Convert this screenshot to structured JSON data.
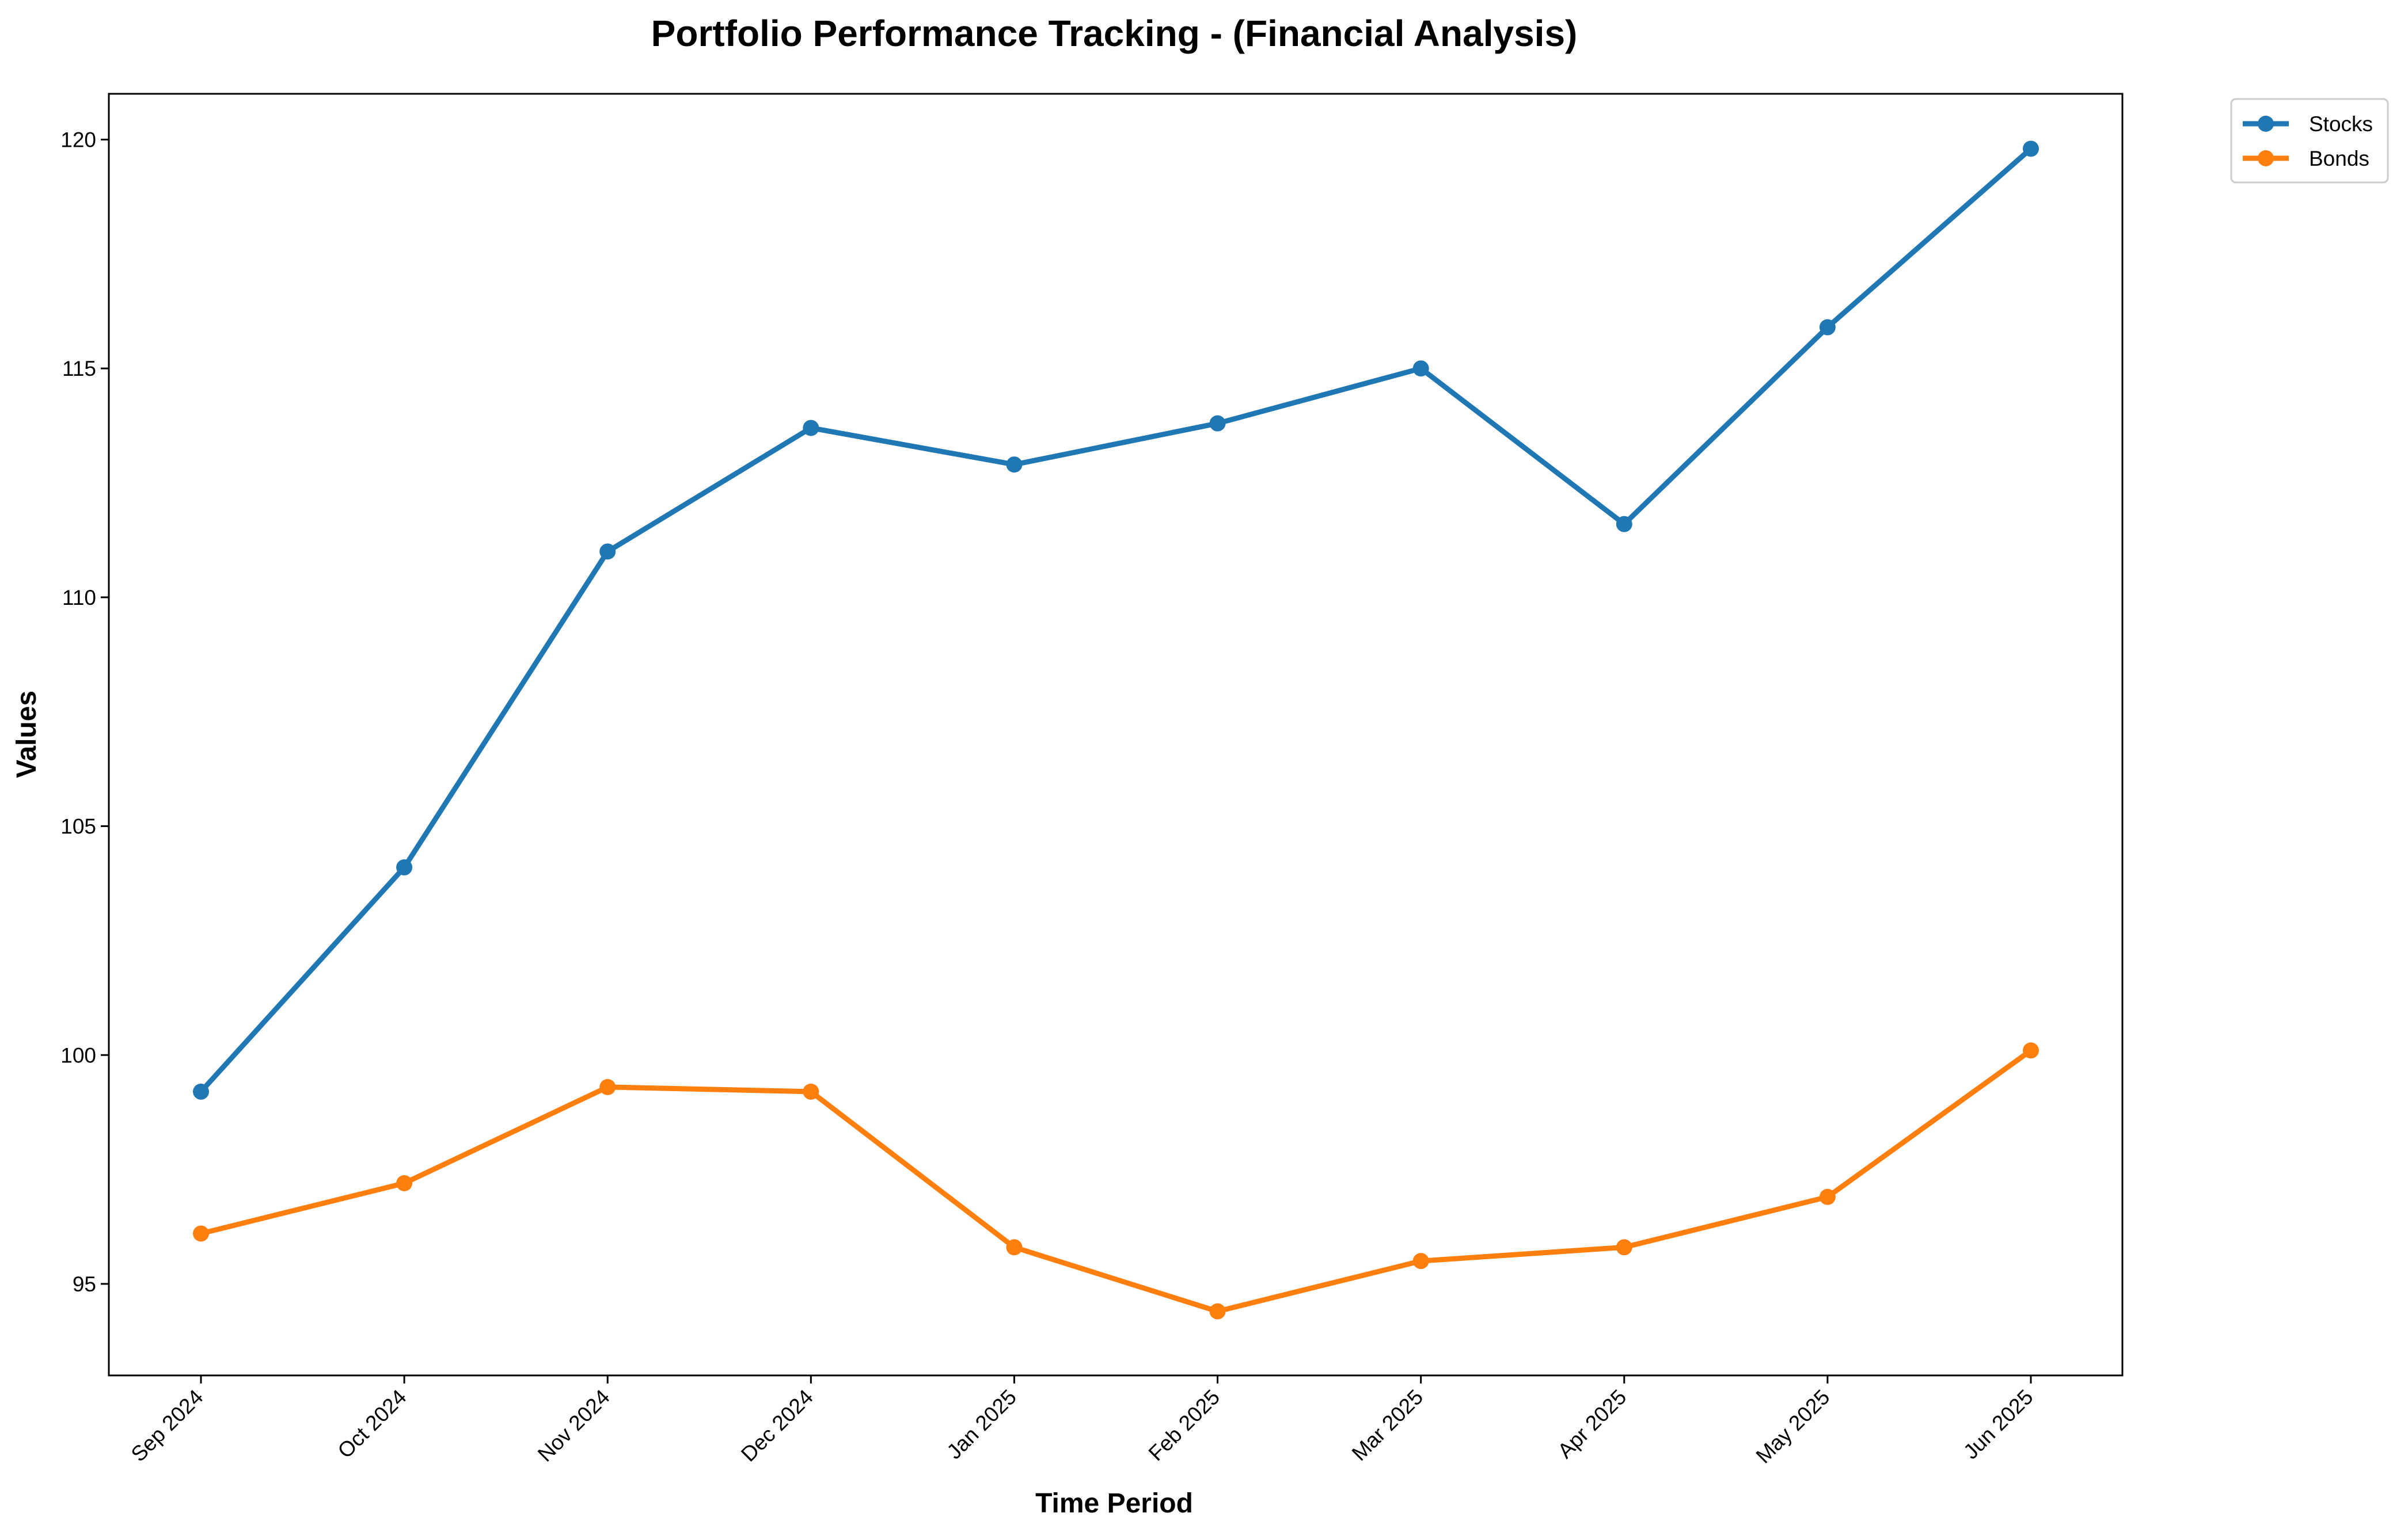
{
  "chart_data": {
    "type": "line",
    "title": "Portfolio Performance Tracking - (Financial Analysis)",
    "xlabel": "Time Period",
    "ylabel": "Values",
    "categories": [
      "Sep 2024",
      "Oct 2024",
      "Nov 2024",
      "Dec 2024",
      "Jan 2025",
      "Feb 2025",
      "Mar 2025",
      "Apr 2025",
      "May 2025",
      "Jun 2025"
    ],
    "yticks": [
      95,
      100,
      105,
      110,
      115,
      120
    ],
    "ylim": [
      93.0,
      121.0
    ],
    "series": [
      {
        "name": "Stocks",
        "color": "#1f77b4",
        "values": [
          99.2,
          104.1,
          111.0,
          113.7,
          112.9,
          113.8,
          115.0,
          111.6,
          115.9,
          119.8
        ]
      },
      {
        "name": "Bonds",
        "color": "#ff7f0e",
        "values": [
          96.1,
          97.2,
          99.3,
          99.2,
          95.8,
          94.4,
          95.5,
          95.8,
          96.9,
          100.1
        ]
      }
    ],
    "grid": false,
    "legend_position": "top-right"
  }
}
